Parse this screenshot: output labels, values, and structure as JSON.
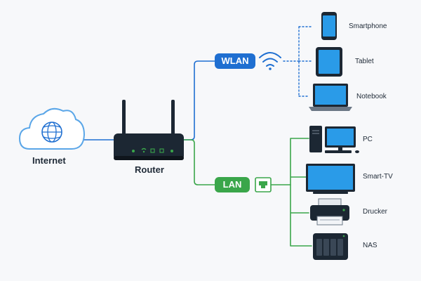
{
  "colors": {
    "wlan": "#1f6fd1",
    "lan": "#3aa64a",
    "cloud": "#5aa6e8",
    "device_dark": "#1c2733",
    "screen": "#2a9be8"
  },
  "internet": {
    "label": "Internet",
    "icon": "cloud-globe-icon"
  },
  "router": {
    "label": "Router",
    "icon": "router-icon"
  },
  "wlan": {
    "label": "WLAN",
    "icon": "wifi-icon",
    "devices": [
      {
        "label": "Smartphone",
        "icon": "smartphone-icon"
      },
      {
        "label": "Tablet",
        "icon": "tablet-icon"
      },
      {
        "label": "Notebook",
        "icon": "notebook-icon"
      }
    ]
  },
  "lan": {
    "label": "LAN",
    "icon": "ethernet-port-icon",
    "devices": [
      {
        "label": "PC",
        "icon": "pc-icon"
      },
      {
        "label": "Smart-TV",
        "icon": "smart-tv-icon"
      },
      {
        "label": "Drucker",
        "icon": "printer-icon"
      },
      {
        "label": "NAS",
        "icon": "nas-icon"
      }
    ]
  }
}
